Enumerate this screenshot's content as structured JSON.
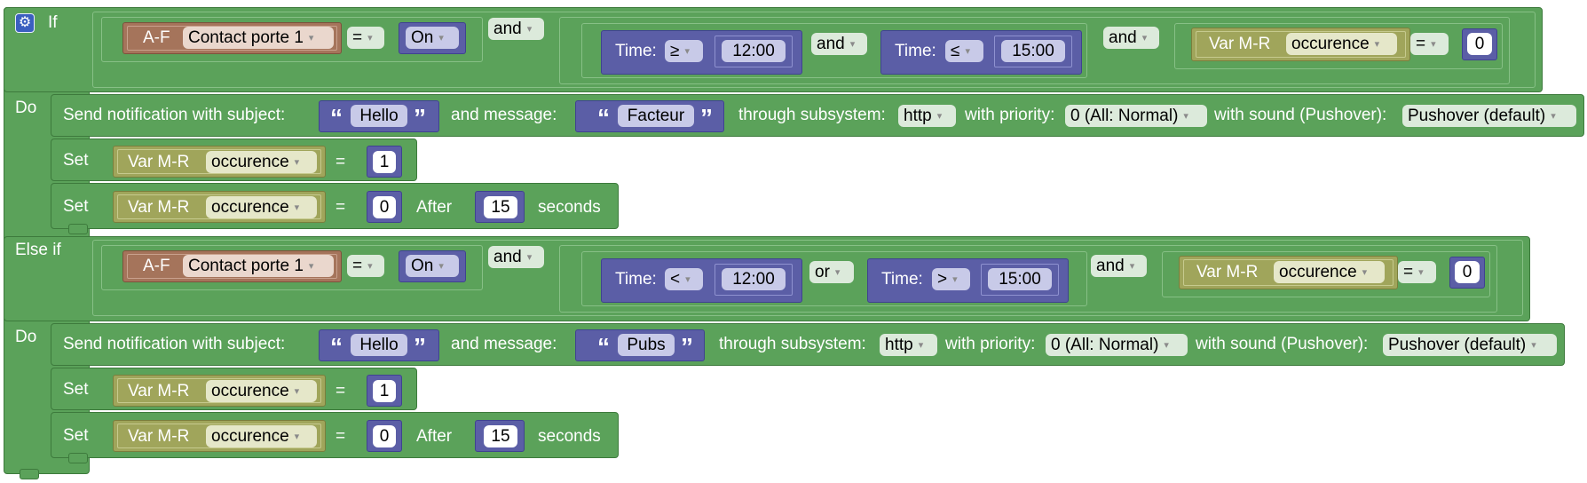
{
  "blocks": {
    "if_label": "If",
    "do_label": "Do",
    "else_if_label": "Else if",
    "set_label": "Set",
    "equals_sign": "=",
    "after_label": "After",
    "seconds_label": "seconds",
    "caret": "▾",
    "open_quote": "“",
    "close_quote": "”",
    "notif_subject_label": "Send notification with subject:",
    "notif_message_label": "and message:",
    "notif_subsystem_label": "through subsystem:",
    "notif_priority_label": "with priority:",
    "notif_sound_label": "with sound (Pushover):",
    "time_label": "Time:",
    "device_prefix": "A-F",
    "var_prefix": "Var M-R",
    "if_clause": {
      "device_name": "Contact porte 1",
      "op": "=",
      "state": "On",
      "join1": "and",
      "time1_op": "≥",
      "time1_val": "12:00",
      "time_join": "and",
      "time2_op": "≤",
      "time2_val": "15:00",
      "join2": "and",
      "var_name": "occurence",
      "var_op": "=",
      "var_val": "0"
    },
    "do1": {
      "subject": "Hello",
      "message": "Facteur",
      "subsystem": "http",
      "priority": "0 (All: Normal)",
      "sound": "Pushover (default)",
      "set1_var": "occurence",
      "set1_val": "1",
      "set2_var": "occurence",
      "set2_val": "0",
      "set2_after": "15"
    },
    "else_clause": {
      "device_name": "Contact porte 1",
      "op": "=",
      "state": "On",
      "join1": "and",
      "time1_op": "<",
      "time1_val": "12:00",
      "time_join": "or",
      "time2_op": ">",
      "time2_val": "15:00",
      "join2": "and",
      "var_name": "occurence",
      "var_op": "=",
      "var_val": "0"
    },
    "do2": {
      "subject": "Hello",
      "message": "Pubs",
      "subsystem": "http",
      "priority": "0 (All: Normal)",
      "sound": "Pushover (default)",
      "set1_var": "occurence",
      "set1_val": "1",
      "set2_var": "occurence",
      "set2_val": "0",
      "set2_after": "15"
    }
  }
}
